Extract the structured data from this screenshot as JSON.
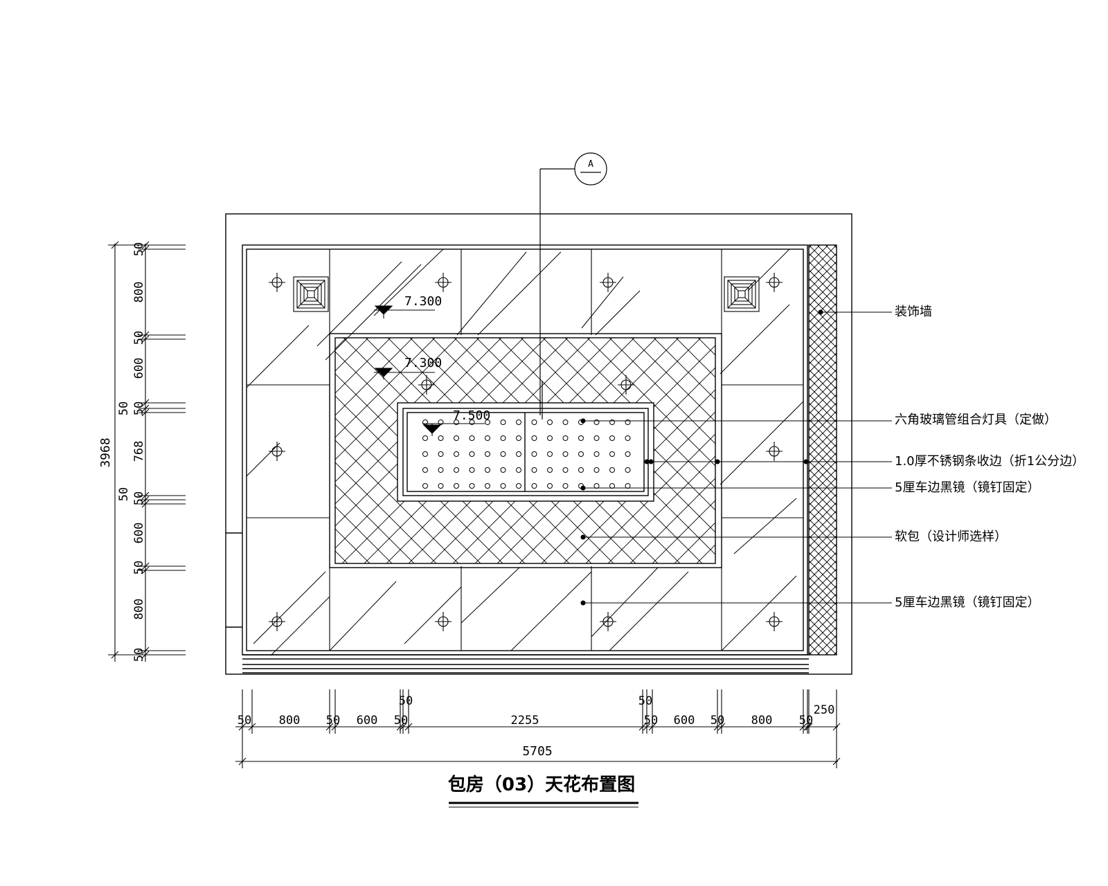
{
  "title": "包房（03）天花布置图",
  "section_marker": "A",
  "elevations": {
    "upper": "7.300",
    "middle": "7.300",
    "center": "7.500"
  },
  "callouts": {
    "decorative_wall": "装饰墙",
    "glass_tube_light": "六角玻璃管组合灯具（定做）",
    "steel_edge": "1.0厚不锈钢条收边（折1公分边）",
    "mirror_upper": "5厘车边黑镜（镜钉固定）",
    "soft_pack": "软包（设计师选样）",
    "mirror_lower": "5厘车边黑镜（镜钉固定）"
  },
  "dimensions": {
    "horizontal": {
      "segments": [
        "50",
        "800",
        "50",
        "600",
        "50",
        "50",
        "2255",
        "50",
        "50",
        "600",
        "50",
        "800",
        "50",
        "250"
      ],
      "total": "5705"
    },
    "vertical": {
      "segments": [
        "50",
        "800",
        "50",
        "600",
        "50",
        "50",
        "768",
        "50",
        "50",
        "600",
        "50",
        "800",
        "50"
      ],
      "total": "3968"
    }
  }
}
